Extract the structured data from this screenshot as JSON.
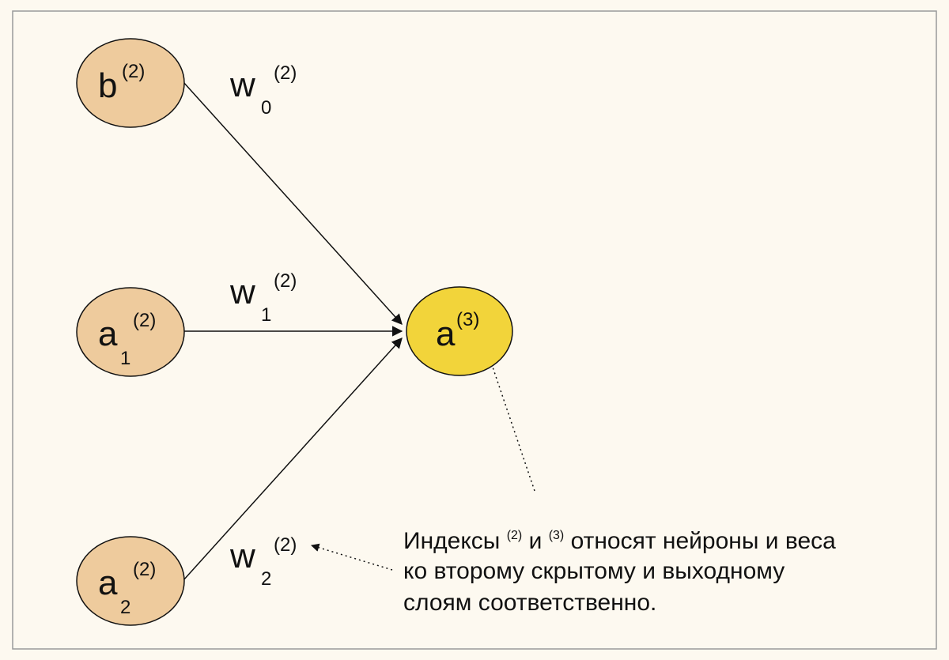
{
  "colors": {
    "background": "#fdf9f0",
    "frame": "#9a9a9a",
    "input_node_fill": "#eecb9d",
    "output_node_fill": "#f2d43a",
    "stroke": "#111111"
  },
  "nodes": {
    "bias": {
      "main": "b",
      "sub": "",
      "sup": "(2)"
    },
    "a1": {
      "main": "a",
      "sub": "1",
      "sup": "(2)"
    },
    "a2": {
      "main": "a",
      "sub": "2",
      "sup": "(2)"
    },
    "output": {
      "main": "a",
      "sup": "(3)"
    }
  },
  "weights": {
    "w0": {
      "main": "w",
      "sub": "0",
      "sup": "(2)"
    },
    "w1": {
      "main": "w",
      "sub": "1",
      "sup": "(2)"
    },
    "w2": {
      "main": "w",
      "sub": "2",
      "sup": "(2)"
    }
  },
  "note": {
    "line1_pre": "Индексы ",
    "sup_a": "(2)",
    "mid": " и ",
    "sup_b": "(3)",
    "line1_post": " относят нейроны и веса",
    "line2": "ко второму скрытому и выходному",
    "line3": "слоям соответственно."
  }
}
